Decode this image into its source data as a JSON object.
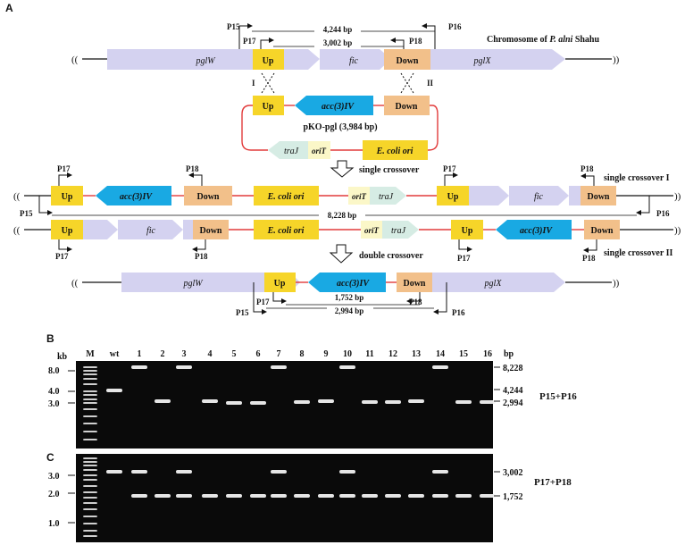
{
  "panels": {
    "a": "A",
    "b": "B",
    "c": "C"
  },
  "colors": {
    "gene": "#d4d2f0",
    "up": "#f6d529",
    "down": "#f2c08a",
    "resistance": "#19a9e3",
    "plasmid_backbone": "#e23b3b",
    "trai": "#d6ece4",
    "orit": "#fbf7c8",
    "gel": "#0a0a0a",
    "band": "#f2f2f2"
  },
  "diagram": {
    "chromosome": {
      "title_prefix": "Chromosome of ",
      "title_species": "P. alni",
      "title_suffix": " Shahu",
      "genes": {
        "pglW": "pglW",
        "fic": "fic",
        "pglX": "pglX"
      },
      "up": "Up",
      "down": "Down"
    },
    "primers": {
      "p15": "P15",
      "p16": "P16",
      "p17": "P17",
      "p18": "P18"
    },
    "sizes": {
      "chromosome_outer": "4,244 bp",
      "chromosome_inner": "3,002 bp",
      "integrated": "8,228 bp",
      "final_inner": "1,752 bp",
      "final_outer": "2,994 bp"
    },
    "crossovers": {
      "one": "I",
      "two": "II"
    },
    "plasmid": {
      "name": "pKO-pgl (3,984 bp)",
      "up": "Up",
      "down": "Down",
      "resistance": "acc(3)IV",
      "traj": "traJ",
      "orit": "oriT",
      "ecoli": "E. coli ori"
    },
    "steps": {
      "single": "single crossover",
      "double": "double crossover"
    },
    "single_crossover": {
      "one": "single crossover I",
      "two": "single crossover II"
    }
  },
  "gels": {
    "unit": "kb",
    "lanes": [
      "M",
      "wt",
      "1",
      "2",
      "3",
      "4",
      "5",
      "6",
      "7",
      "8",
      "9",
      "10",
      "11",
      "12",
      "13",
      "14",
      "15",
      "16"
    ],
    "bp_label": "bp",
    "gel_b": {
      "primers": "P15+P16",
      "kb_ticks": [
        "8.0",
        "4.0",
        "3.0"
      ],
      "size_labels": [
        "8,228",
        "4,244",
        "2,994"
      ]
    },
    "gel_c": {
      "primers": "P17+P18",
      "kb_ticks": [
        "3.0",
        "2.0",
        "1.0"
      ],
      "size_labels": [
        "3,002",
        "1,752"
      ]
    }
  }
}
